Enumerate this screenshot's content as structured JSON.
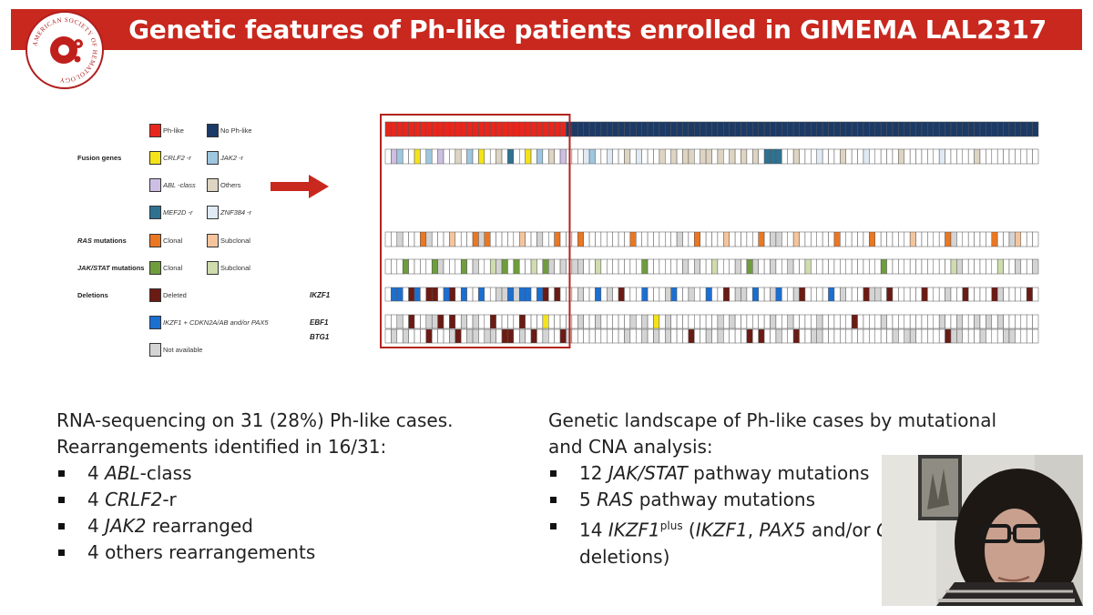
{
  "title": "Genetic features of Ph-like patients enrolled in GIMEMA LAL2317",
  "logo": {
    "text": "AMERICAN SOCIETY OF HEMATOLOGY",
    "colors": {
      "ring": "#b01e1e"
    }
  },
  "legend": {
    "rows": [
      {
        "category": "",
        "items": [
          {
            "label": "Ph-like",
            "color": "#e8261c"
          },
          {
            "label": "No Ph-like",
            "color": "#1c3a66"
          }
        ]
      },
      {
        "category": "Fusion genes",
        "items": [
          {
            "label": "CRLF2 -r",
            "color": "#f4e318"
          },
          {
            "label": "JAK2 -r",
            "color": "#9ec7e0"
          }
        ]
      },
      {
        "category": "",
        "items": [
          {
            "label": "ABL -class",
            "color": "#cdbfe3"
          },
          {
            "label": "Others",
            "color": "#ddd5c2"
          }
        ]
      },
      {
        "category": "",
        "items": [
          {
            "label": "MEF2D -r",
            "color": "#2f7191"
          },
          {
            "label": "ZNF384 -r",
            "color": "#dfeaf4"
          }
        ]
      },
      {
        "category": "RAS mutations",
        "items": [
          {
            "label": "Clonal",
            "color": "#ea7722"
          },
          {
            "label": "Subclonal",
            "color": "#f4c59d"
          }
        ]
      },
      {
        "category": "JAK/STAT mutations",
        "items": [
          {
            "label": "Clonal",
            "color": "#6f9d3e"
          },
          {
            "label": "Subclonal",
            "color": "#cfdcae"
          }
        ]
      },
      {
        "category": "Deletions",
        "items": [
          {
            "label": "Deleted",
            "color": "#6b1b14"
          }
        ]
      },
      {
        "category": "",
        "items": [
          {
            "label": "IKZF1 + CDKN2A/AB and/or PAX5",
            "color": "#1b6fd1"
          }
        ]
      },
      {
        "category": "",
        "items": [
          {
            "label": "Not available",
            "color": "#d4d4d4"
          }
        ]
      }
    ]
  },
  "gene_labels": {
    "ikzf1": "IKZF1",
    "ebf1": "EBF1",
    "btg1": "BTG1"
  },
  "grid": {
    "n_patients": 112,
    "ph_like_count": 31,
    "colors": {
      "phlike": "#e8261c",
      "nophlike": "#1c3a66",
      "empty": "#ffffff",
      "na": "#d4d4d4",
      "crlf2": "#f4e318",
      "jak2": "#9ec7e0",
      "abl": "#cdbfe3",
      "others": "#ddd5c2",
      "mef2d": "#2f7191",
      "znf384": "#dfeaf4",
      "ras_c": "#ea7722",
      "ras_s": "#f4c59d",
      "js_c": "#6f9d3e",
      "js_s": "#cfdcae",
      "del": "#6b1b14",
      "combo": "#1b6fd1",
      "highlight": "#b3231c",
      "arrow": "#c8281e"
    }
  },
  "left_text": {
    "intro": [
      "RNA-sequencing on 31 (28%) Ph-like cases.",
      "Rearrangements identified in 16/31:"
    ],
    "bullets": [
      {
        "pre": "4 ",
        "it": "ABL",
        "post": "-class"
      },
      {
        "pre": "4 ",
        "it": "CRLF2",
        "post": "-r"
      },
      {
        "pre": "4 ",
        "it": "JAK2",
        "post": " rearranged"
      },
      {
        "pre": "4 others rearrangements",
        "it": "",
        "post": ""
      }
    ]
  },
  "right_text": {
    "intro": [
      "Genetic landscape of Ph-like cases by mutational",
      "and CNA analysis:"
    ],
    "bullets": [
      {
        "pre": "12 ",
        "it": "JAK/STAT",
        "post": " pathway mutations"
      },
      {
        "pre": "5 ",
        "it": "RAS",
        "post": " pathway mutations"
      },
      {
        "pre": "14 ",
        "it": "IKZF1",
        "sup": "plus",
        "post2": " (",
        "it2": "IKZF1",
        "post3": ", ",
        "it3": "PAX5",
        "post4": " and/or ",
        "it4": "C",
        "cont": "deletions)"
      }
    ]
  }
}
